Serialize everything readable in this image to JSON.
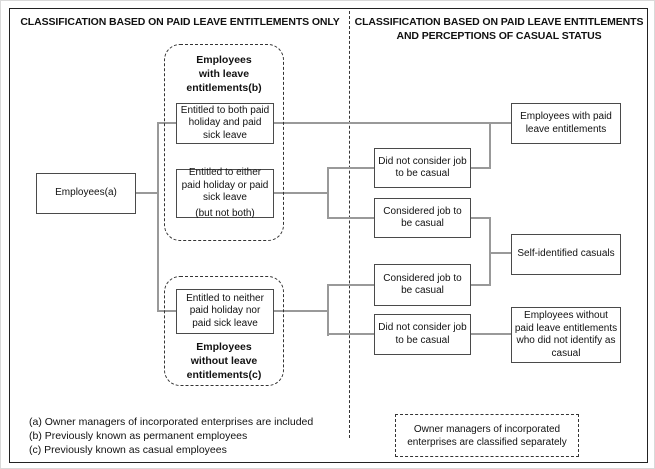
{
  "header": {
    "left_title": "CLASSIFICATION BASED ON PAID LEAVE ENTITLEMENTS ONLY",
    "right_title": [
      "CLASSIFICATION BASED ON PAID LEAVE ENTITLEMENTS",
      "AND PERCEPTIONS OF CASUAL STATUS"
    ]
  },
  "tree": {
    "employees_root": "Employees(a)",
    "with_leave_label": [
      "Employees",
      "with leave",
      "entitlements(b)"
    ],
    "entitled_both": "Entitled to both paid holiday and paid sick leave",
    "entitled_either": "Entitled to either paid holiday or paid sick leave",
    "entitled_either_note": "(but not both)",
    "entitled_neither": "Entitled to neither paid holiday nor paid sick leave",
    "without_leave_label": [
      "Employees",
      "without leave",
      "entitlements(c)"
    ],
    "did_not_consider_top": "Did not consider job to be casual",
    "considered_top": "Considered job to be casual",
    "considered_bottom": "Considered job to be casual",
    "did_not_consider_bottom": "Did not consider job to be casual",
    "employees_with_paid_leave": "Employees with paid leave entitlements",
    "self_identified": "Self-identified casuals",
    "employees_without_paid_leave": "Employees without paid leave entitlements who did not identify as casual",
    "owner_managers_note": "Owner managers of incorporated enterprises are classified separately"
  },
  "footnotes": [
    "(a) Owner managers of incorporated enterprises are included",
    "(b) Previously known as permanent employees",
    "(c) Previously known as casual employees"
  ],
  "colors": {
    "connector_line": "#999999",
    "box_border": "#4a4a4a",
    "dashed_border": "#333333",
    "text": "#111111",
    "background": "#ffffff"
  }
}
